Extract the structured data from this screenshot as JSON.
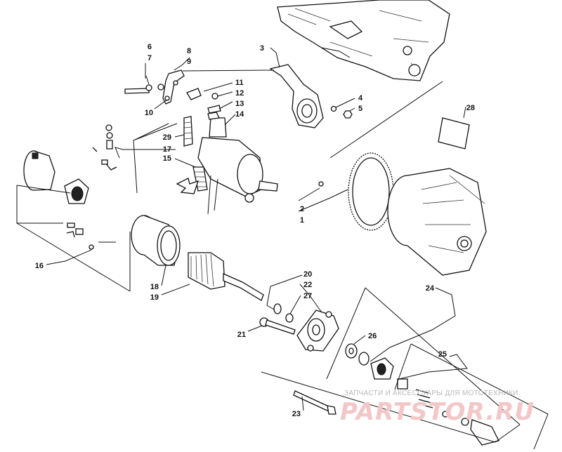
{
  "diagram": {
    "callouts": {
      "p1": "1",
      "p2": "2",
      "p3": "3",
      "p4": "4",
      "p5": "5",
      "p6": "6",
      "p7": "7",
      "p8": "8",
      "p9": "9",
      "p10": "10",
      "p11": "11",
      "p12": "12",
      "p13": "13",
      "p14": "14",
      "p15": "15",
      "p16": "16",
      "p17": "17",
      "p18": "18",
      "p19": "19",
      "p20": "20",
      "p21": "21",
      "p22": "22",
      "p23": "23",
      "p24": "24",
      "p25": "25",
      "p26": "26",
      "p27": "27",
      "p28": "28",
      "p29": "29"
    }
  },
  "watermark": {
    "caption": "ЗАПЧАСТИ И АКСЕССУАРЫ ДЛЯ МОТОТЕХНИКИ",
    "logo_text": "PARTSTOR.RU",
    "logo_color": "#f3c7c7"
  }
}
